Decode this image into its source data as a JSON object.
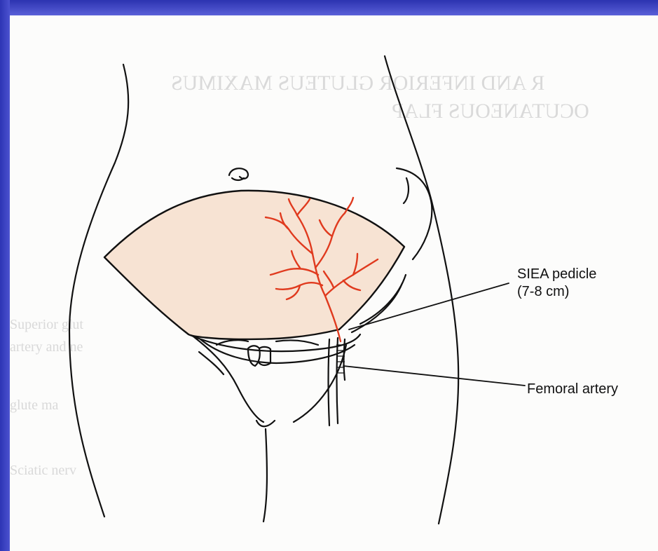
{
  "background_text": {
    "title_line_1": "R AND INFERIOR GLUTEUS MAXIMUS",
    "title_line_2": "OCUTANEOUS FLAP",
    "left_line_1": "Superior glut",
    "left_line_2": "artery and ne",
    "left_line_3": "glute ma",
    "left_line_4": "Sciatic nerv"
  },
  "labels": {
    "siea_pedicle": "SIEA pedicle",
    "siea_length": "(7-8 cm)",
    "femoral_artery": "Femoral artery"
  },
  "colors": {
    "slide_background": "#3d46c4",
    "page": "#fcfcfb",
    "flap_fill": "#f7e3d3",
    "vessel": "#e03a1e",
    "outline": "#111111"
  }
}
